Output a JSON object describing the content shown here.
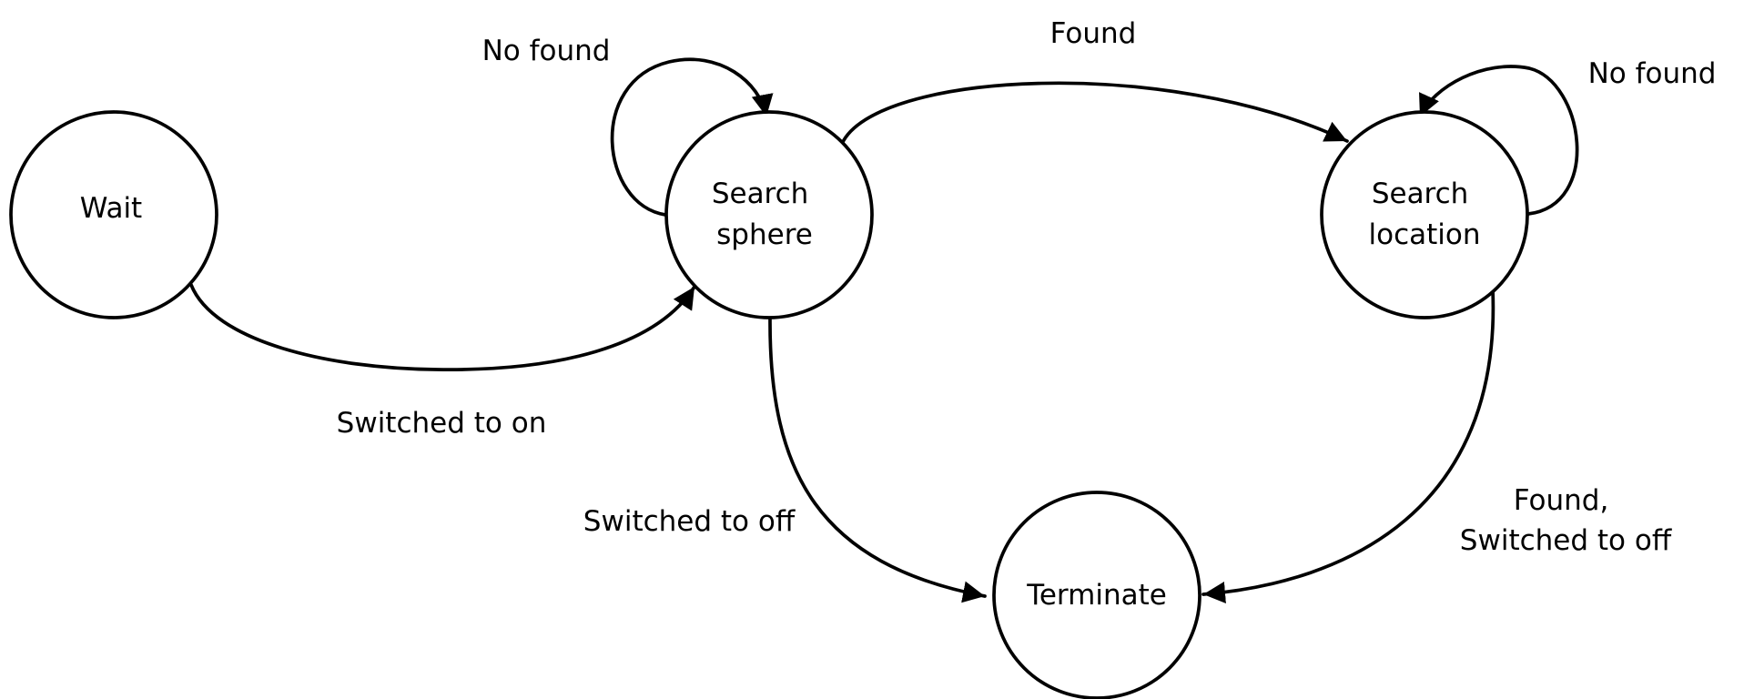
{
  "states": [
    {
      "id": "wait",
      "lines": [
        "Wait"
      ]
    },
    {
      "id": "search-sphere",
      "lines": [
        "Search",
        "sphere"
      ]
    },
    {
      "id": "search-location",
      "lines": [
        "Search",
        "location"
      ]
    },
    {
      "id": "terminate",
      "lines": [
        "Terminate"
      ]
    }
  ],
  "transitions": [
    {
      "id": "wait-to-sphere",
      "from": "wait",
      "to": "search-sphere",
      "lines": [
        "Switched to on"
      ]
    },
    {
      "id": "sphere-loop",
      "from": "search-sphere",
      "to": "search-sphere",
      "lines": [
        "No found"
      ]
    },
    {
      "id": "sphere-to-location",
      "from": "search-sphere",
      "to": "search-location",
      "lines": [
        "Found"
      ]
    },
    {
      "id": "location-loop",
      "from": "search-location",
      "to": "search-location",
      "lines": [
        "No found"
      ]
    },
    {
      "id": "sphere-to-terminate",
      "from": "search-sphere",
      "to": "terminate",
      "lines": [
        "Switched to off"
      ]
    },
    {
      "id": "location-to-terminate",
      "from": "search-location",
      "to": "terminate",
      "lines": [
        "Found,",
        "Switched to off"
      ]
    }
  ],
  "colors": {
    "stroke": "#000000",
    "background": "#ffffff"
  }
}
